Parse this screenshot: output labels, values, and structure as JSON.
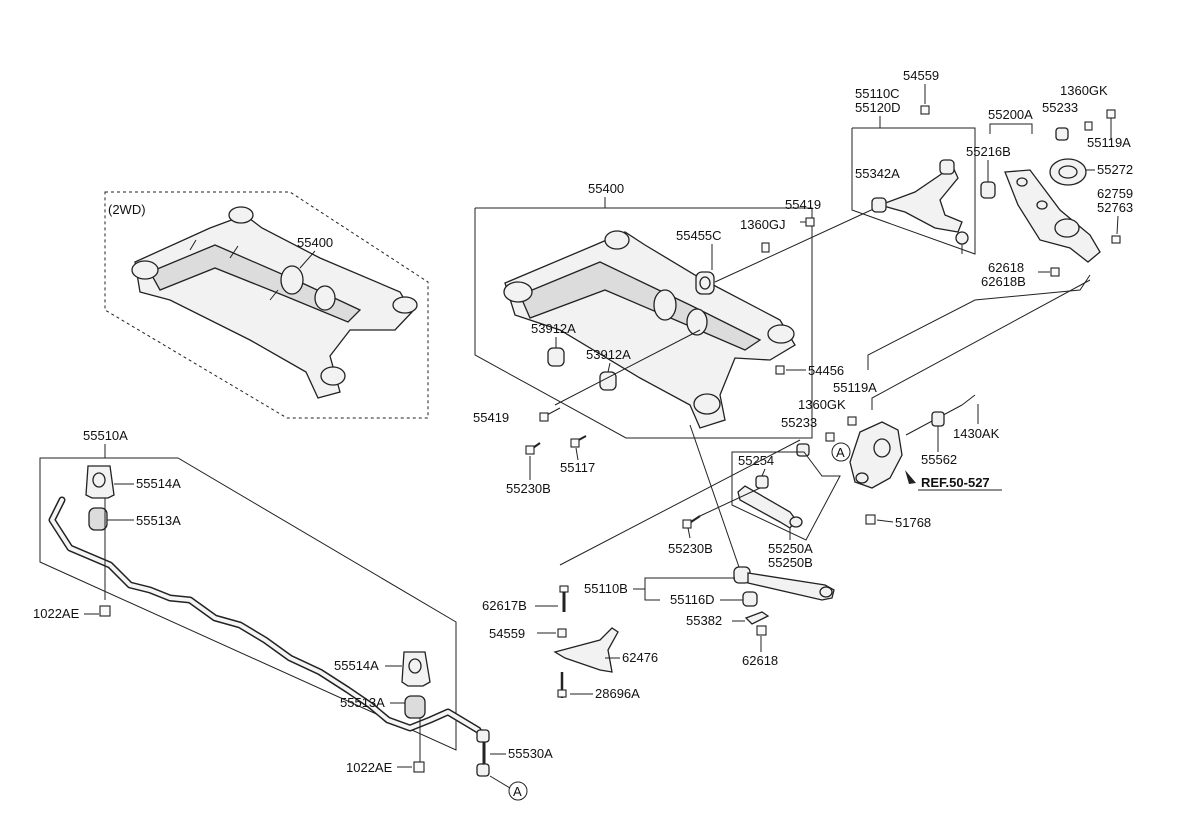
{
  "labels": {
    "wd2": "(2WD)",
    "p55400_2wd": "55400",
    "p55400": "55400",
    "p55455C": "55455C",
    "p55419_top": "55419",
    "p1360GJ": "1360GJ",
    "p53912A_1": "53912A",
    "p53912A_2": "53912A",
    "p54456": "54456",
    "p55419_bot": "55419",
    "p55230B_1": "55230B",
    "p55117": "55117",
    "p54559_top": "54559",
    "p55110C": "55110C",
    "p55120D": "55120D",
    "p55342A": "55342A",
    "p55216B": "55216B",
    "p55200A": "55200A",
    "p55233_top": "55233",
    "p1360GK_top": "1360GK",
    "p55119A_top": "55119A",
    "p55272": "55272",
    "p62759": "62759",
    "p52763": "52763",
    "p62618_top": "62618",
    "p62618B": "62618B",
    "p55119A_mid": "55119A",
    "p1360GK_mid": "1360GK",
    "p55233_mid": "55233",
    "p1430AK": "1430AK",
    "p55562": "55562",
    "ref": "REF.50-527",
    "p55254": "55254",
    "p51768": "51768",
    "p55230B_2": "55230B",
    "p55250A": "55250A",
    "p55250B": "55250B",
    "p55110B": "55110B",
    "p55116D": "55116D",
    "p62617B": "62617B",
    "p55382": "55382",
    "p54559_bot": "54559",
    "p62618_bot": "62618",
    "p62476": "62476",
    "p28696A": "28696A",
    "p55510A": "55510A",
    "p55514A_1": "55514A",
    "p55513A_1": "55513A",
    "p1022AE_1": "1022AE",
    "p55514A_2": "55514A",
    "p55513A_2": "55513A",
    "p55530A": "55530A",
    "p1022AE_2": "1022AE",
    "callout_a": "A"
  }
}
